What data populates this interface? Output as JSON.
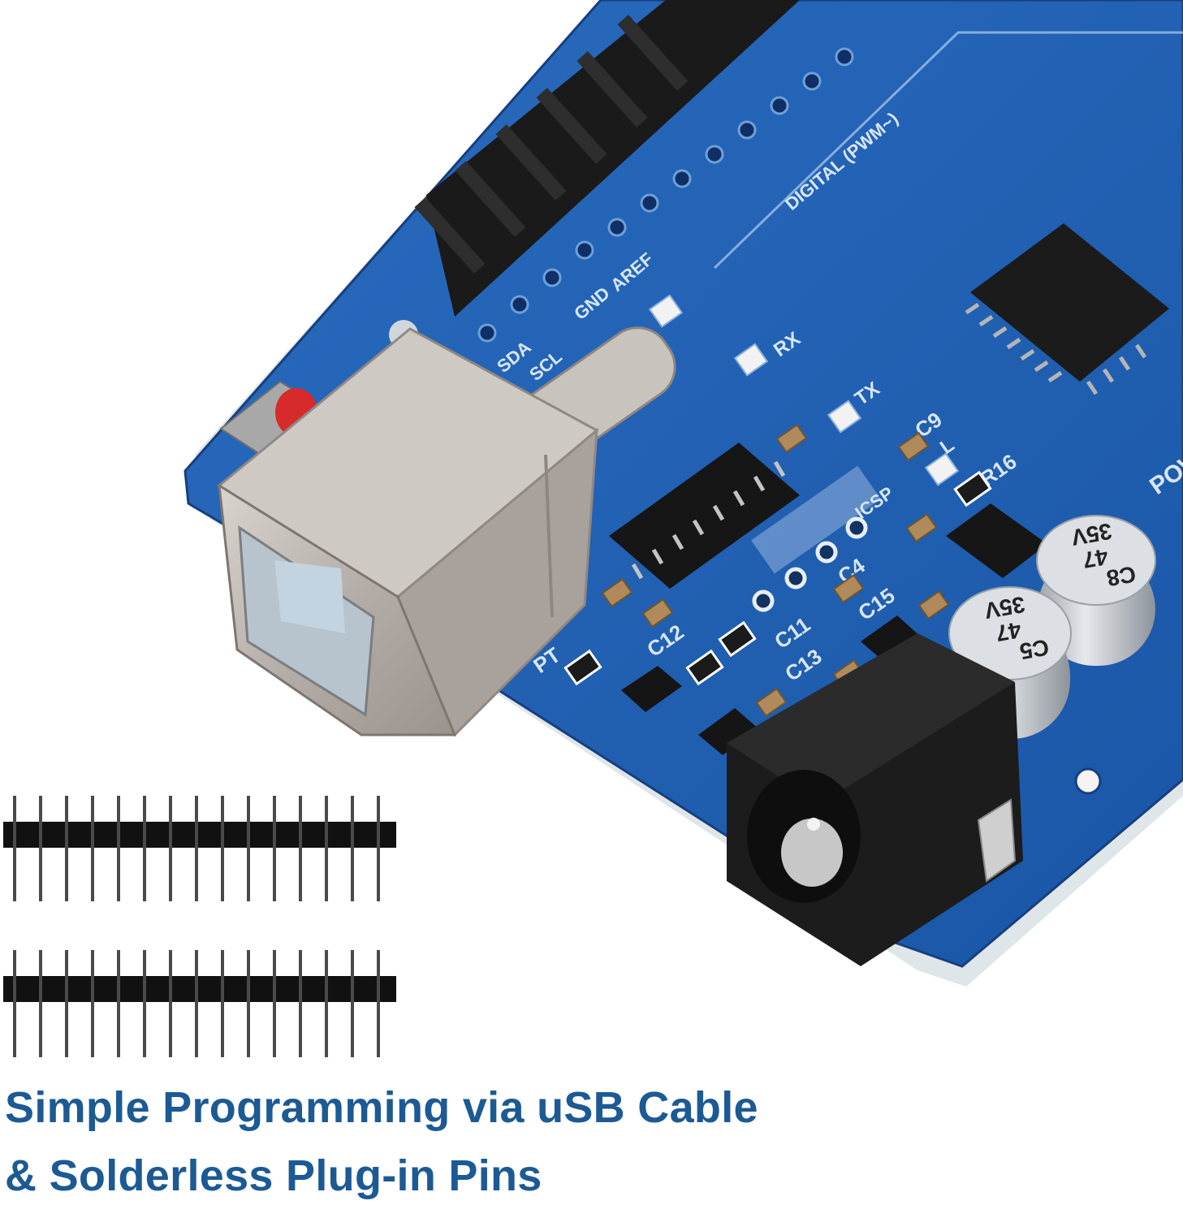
{
  "colors": {
    "background": "#ffffff",
    "pcb_blue": "#1f5fb0",
    "pcb_edge": "#173f7e",
    "header_black": "#1a1a1a",
    "usb_metal": "#bdb7b2",
    "usb_insert": "#bfcdd8",
    "reset_red": "#d72a2a",
    "capacitor_silver": "#cfd3d8",
    "caption": "#1c5a94"
  },
  "board_labels": [
    "C15",
    "C11",
    "C13",
    "C12",
    "C4",
    "C9",
    "R16",
    "L",
    "RX",
    "TX",
    "PT",
    "ICSP",
    "GND",
    "AREF",
    "SDA",
    "SCL",
    "DIGITAL (PWM~)",
    "POWER"
  ],
  "capacitors": [
    {
      "code": "C8",
      "value": "47",
      "voltage": "35V"
    },
    {
      "code": "C5",
      "value": "47",
      "voltage": "35V"
    }
  ],
  "caption": {
    "line1": "Simple Programming via uSB Cable",
    "line2": "& Solderless Plug-in Pins"
  }
}
